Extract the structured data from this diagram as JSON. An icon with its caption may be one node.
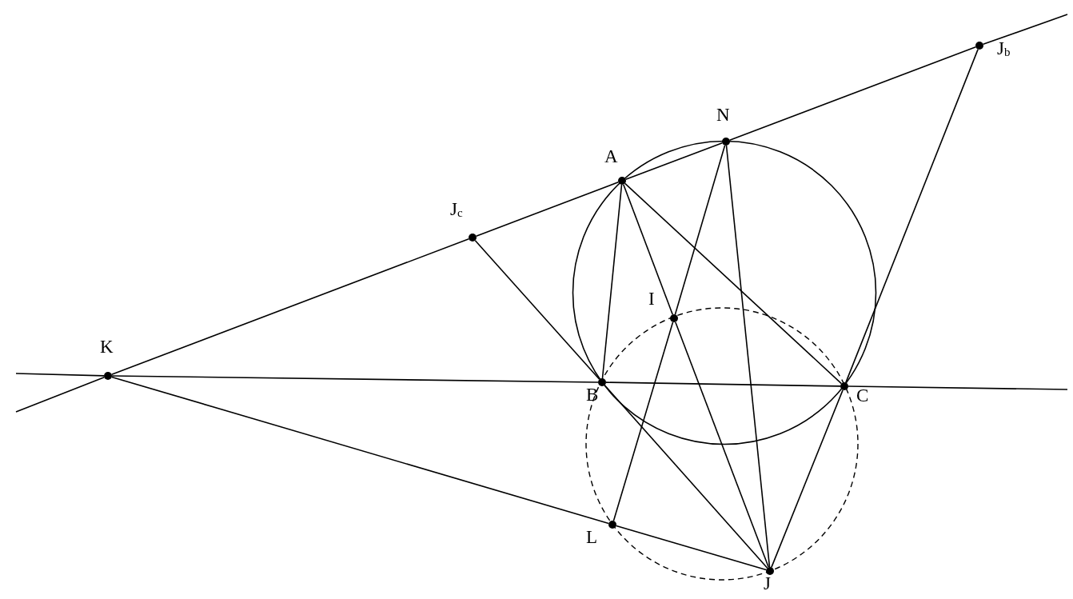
{
  "diagram": {
    "nodes": [
      {
        "text": [
          "J$_{b}$"
        ]
      },
      {
        "text": [
          "N"
        ]
      },
      {
        "text": [
          "A"
        ]
      },
      {
        "text": [
          "J$_{c}$"
        ]
      },
      {
        "text": [
          "I"
        ]
      },
      {
        "text": [
          "K"
        ]
      },
      {
        "text": [
          "B"
        ]
      },
      {
        "text": [
          "C"
        ]
      },
      {
        "text": [
          "L"
        ]
      },
      {
        "text": [
          "J"
        ]
      }
    ],
    "edges": [
      {
        "from": null,
        "to": 5,
        "arrow": "none"
      },
      {
        "from": 5,
        "to": 3,
        "arrow": "none"
      },
      {
        "from": 3,
        "to": 2,
        "arrow": "none"
      },
      {
        "from": 2,
        "to": 1,
        "arrow": "none"
      },
      {
        "from": 1,
        "to": 0,
        "arrow": "none"
      },
      {
        "from": 0,
        "to": null,
        "arrow": "none"
      },
      {
        "from": null,
        "to": 5,
        "arrow": "none"
      },
      {
        "from": 5,
        "to": 6,
        "arrow": "none"
      },
      {
        "from": 6,
        "to": 7,
        "arrow": "none"
      },
      {
        "from": 7,
        "to": null,
        "arrow": "none"
      },
      {
        "from": 3,
        "to": 6,
        "arrow": "none"
      },
      {
        "from": 6,
        "to": 9,
        "arrow": "none"
      },
      {
        "from": 2,
        "to": 6,
        "arrow": "none"
      },
      {
        "from": 2,
        "to": 7,
        "arrow": "none"
      },
      {
        "from": 2,
        "to": 4,
        "arrow": "none"
      },
      {
        "from": 4,
        "to": 9,
        "arrow": "none"
      },
      {
        "from": 1,
        "to": 4,
        "arrow": "none"
      },
      {
        "from": 4,
        "to": 8,
        "arrow": "none"
      },
      {
        "from": 1,
        "to": 9,
        "arrow": "none"
      },
      {
        "from": 0,
        "to": 7,
        "arrow": "none"
      },
      {
        "from": 7,
        "to": 9,
        "arrow": "none"
      },
      {
        "from": 5,
        "to": 8,
        "arrow": "none"
      },
      {
        "from": 8,
        "to": 9,
        "arrow": "none"
      }
    ]
  }
}
